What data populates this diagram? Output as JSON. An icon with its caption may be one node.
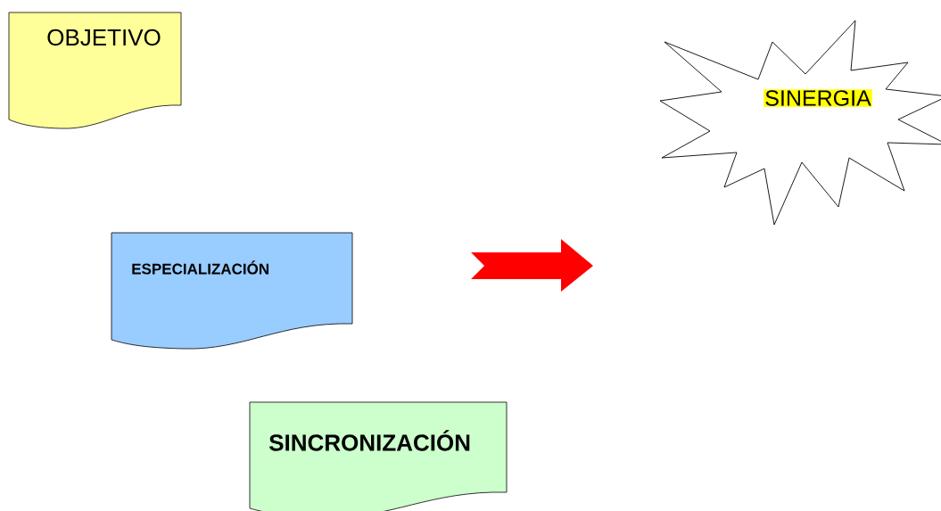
{
  "diagram": {
    "nodes": [
      {
        "text": [
          "OBJETIVO"
        ]
      },
      {
        "text": [
          "ESPECIALIZACIÓN"
        ]
      },
      {
        "text": [
          "SINCRONIZACIÓN"
        ]
      },
      {
        "text": [
          "SINERGIA"
        ]
      }
    ]
  }
}
